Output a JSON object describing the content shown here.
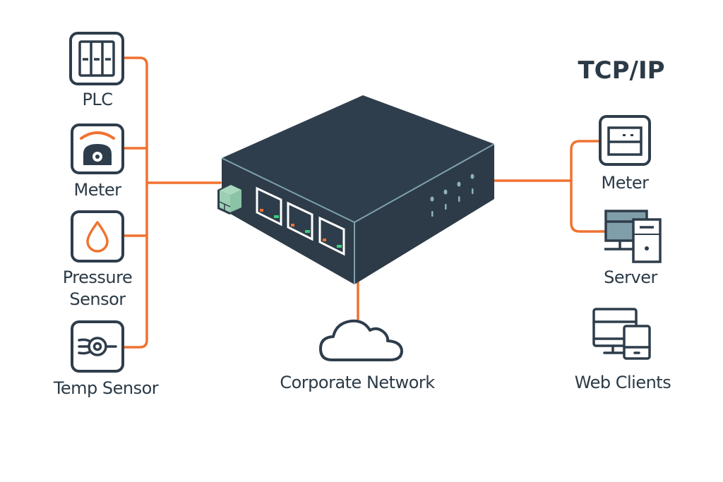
{
  "title": "TCP/IP",
  "colors": {
    "line": "#f07230",
    "dark": "#2e3d4b",
    "device_body": "#2f3e4c",
    "device_edge": "#7fa1ad",
    "sfp": "#9ccfb4",
    "led_orange": "#f07230",
    "led_green": "#3ccf7a",
    "screen_fill": "#7f9eaa"
  },
  "left_devices": [
    {
      "id": "plc",
      "label": "PLC",
      "icon": "plc-module-icon"
    },
    {
      "id": "meter",
      "label": "Meter",
      "icon": "meter-gauge-icon"
    },
    {
      "id": "pressure-sensor",
      "label_line1": "Pressure",
      "label_line2": "Sensor",
      "icon": "water-drop-icon"
    },
    {
      "id": "temp-sensor",
      "label": "Temp Sensor",
      "icon": "temp-sensor-icon"
    }
  ],
  "center": {
    "device": "industrial-ethernet-gateway",
    "ports": 3,
    "cloud_label": "Corporate Network"
  },
  "right_devices": [
    {
      "id": "meter",
      "label": "Meter",
      "icon": "meter-panel-icon"
    },
    {
      "id": "server",
      "label": "Server",
      "icon": "server-icon"
    },
    {
      "id": "web-clients",
      "label": "Web Clients",
      "icon": "desktop-tablet-icon"
    }
  ]
}
